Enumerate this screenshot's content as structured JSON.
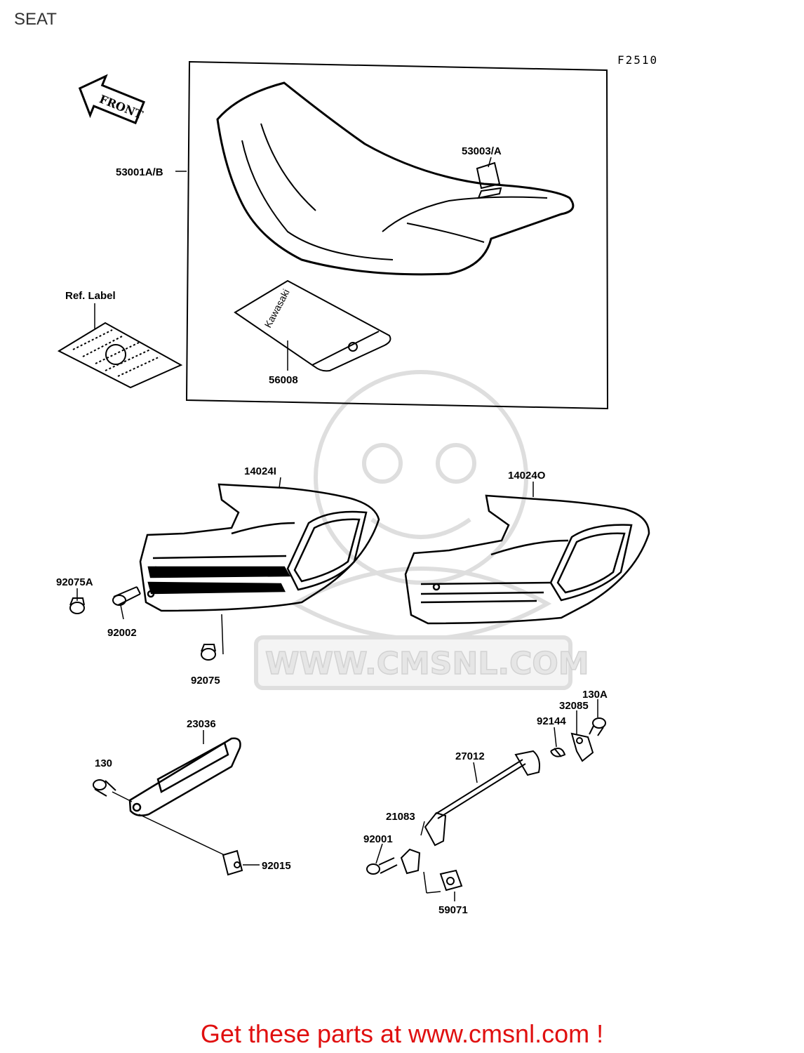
{
  "page": {
    "title": "SEAT",
    "figure_id": "F2510",
    "footer": "Get these parts at www.cmsnl.com !"
  },
  "watermark": {
    "text": "WWW.CMSNL.COM"
  },
  "front_arrow": {
    "label": "FRONT"
  },
  "ref_label": {
    "text": "Ref. Label"
  },
  "label_decal": {
    "text": "Kawasaki"
  },
  "parts": [
    {
      "number": "53001A/B"
    },
    {
      "number": "53003/A"
    },
    {
      "number": "56008"
    },
    {
      "number": "14024I"
    },
    {
      "number": "14024O"
    },
    {
      "number": "92075A"
    },
    {
      "number": "92002"
    },
    {
      "number": "92075"
    },
    {
      "number": "23036"
    },
    {
      "number": "130"
    },
    {
      "number": "92015"
    },
    {
      "number": "130A"
    },
    {
      "number": "32085"
    },
    {
      "number": "92144"
    },
    {
      "number": "27012"
    },
    {
      "number": "21083"
    },
    {
      "number": "92001"
    },
    {
      "number": "59071"
    }
  ],
  "colors": {
    "footer_text": "#e01010",
    "watermark": "#e6e6e6",
    "line_art": "#000000"
  }
}
